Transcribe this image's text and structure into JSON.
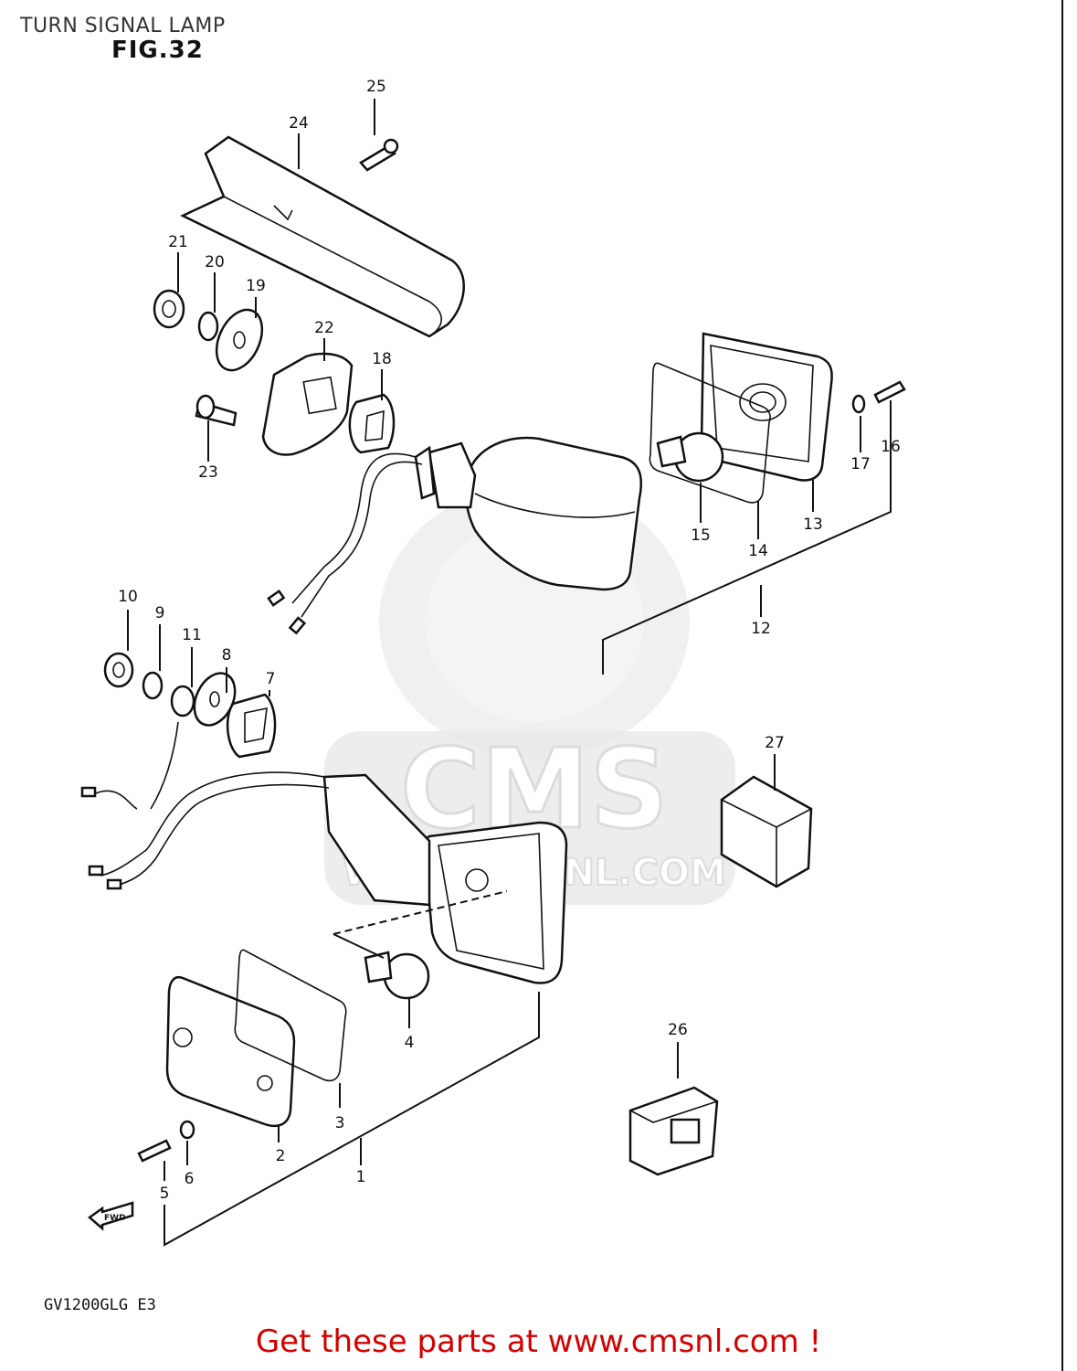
{
  "header": {
    "title": "TURN SIGNAL LAMP",
    "figure": "FIG.32"
  },
  "footer": {
    "model": "GV1200GLG E3",
    "promo": "Get these parts at www.cmsnl.com !"
  },
  "watermark": {
    "brand": "CMS",
    "url": "WWW.CMSNL.COM"
  },
  "direction_marker": "FWD",
  "callouts": [
    "1",
    "2",
    "3",
    "4",
    "5",
    "6",
    "7",
    "8",
    "9",
    "10",
    "11",
    "12",
    "13",
    "14",
    "15",
    "16",
    "17",
    "18",
    "19",
    "20",
    "21",
    "22",
    "23",
    "24",
    "25",
    "26",
    "27"
  ],
  "colors": {
    "promo_text": "#d40000",
    "line_art": "#111111",
    "watermark": "#e9e9e9"
  }
}
